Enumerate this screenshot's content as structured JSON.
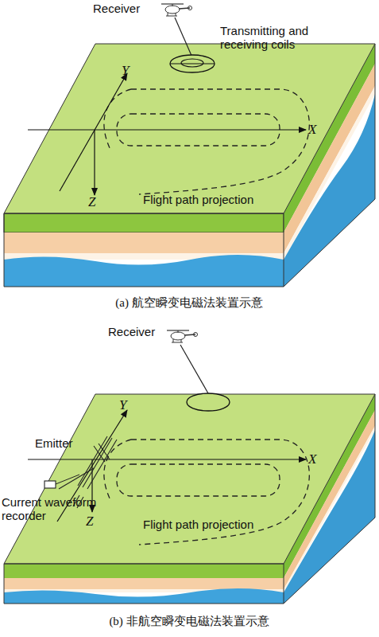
{
  "diagram": {
    "labels": [
      "Receiver",
      "Transmitting and receiving coils",
      "Y",
      "X",
      "Z",
      "Flight path projection",
      "(a) 航空瞬变电磁法装置示意",
      "Receiver",
      "Y",
      "Emitter",
      "X",
      "Z",
      "Current waveform recorder",
      "Flight path projection",
      "(b) 非航空瞬变电磁法装置示意"
    ]
  }
}
